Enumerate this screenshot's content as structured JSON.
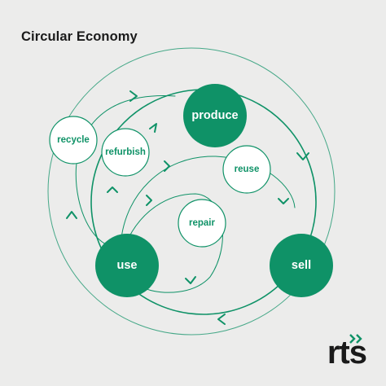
{
  "title": "Circular Economy",
  "colors": {
    "accent": "#0f9267",
    "background": "#ececeb",
    "node_outline_fill": "#ffffff",
    "text_dark": "#1b1b1b"
  },
  "nodes": {
    "produce": "produce",
    "sell": "sell",
    "use": "use",
    "recycle": "recycle",
    "refurbish": "refurbish",
    "reuse": "reuse",
    "repair": "repair"
  },
  "logo": {
    "text": "rts",
    "icon": "double-chevron-icon"
  }
}
